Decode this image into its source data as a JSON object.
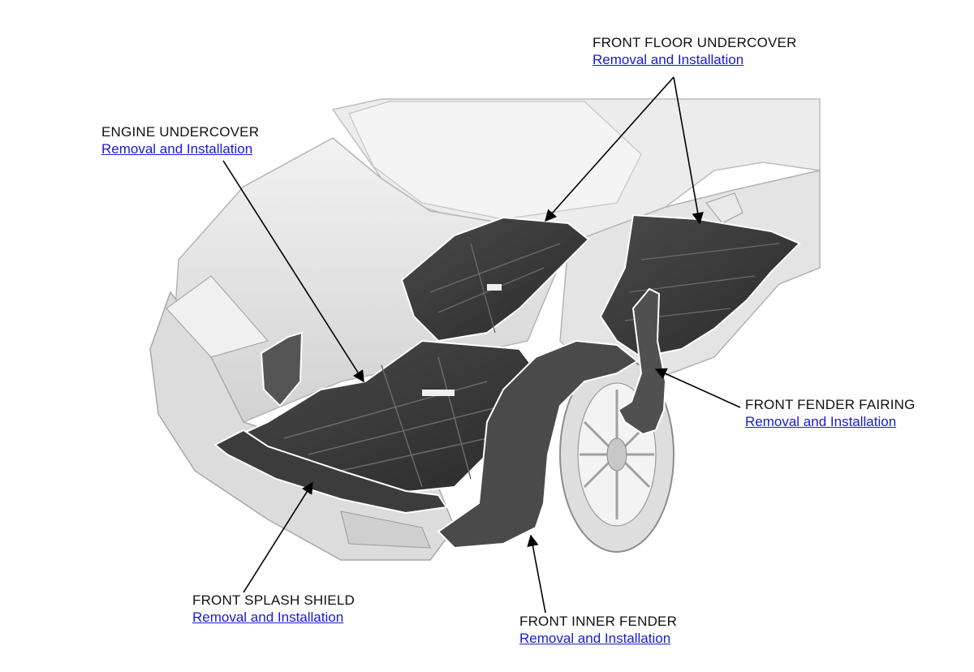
{
  "callouts": {
    "front_floor_undercover": {
      "title": "FRONT FLOOR UNDERCOVER",
      "link": "Removal and Installation"
    },
    "engine_undercover": {
      "title": "ENGINE UNDERCOVER",
      "link": "Removal and Installation"
    },
    "front_fender_fairing": {
      "title": "FRONT FENDER FAIRING",
      "link": "Removal and Installation"
    },
    "front_splash_shield": {
      "title": "FRONT SPLASH SHIELD",
      "link": "Removal and Installation"
    },
    "front_inner_fender": {
      "title": "FRONT INNER FENDER",
      "link": "Removal and Installation"
    }
  },
  "colors": {
    "link": "#1a1ad6",
    "text": "#111111",
    "car_body": "#e6e6e6",
    "panel": "#3a3a3a"
  }
}
